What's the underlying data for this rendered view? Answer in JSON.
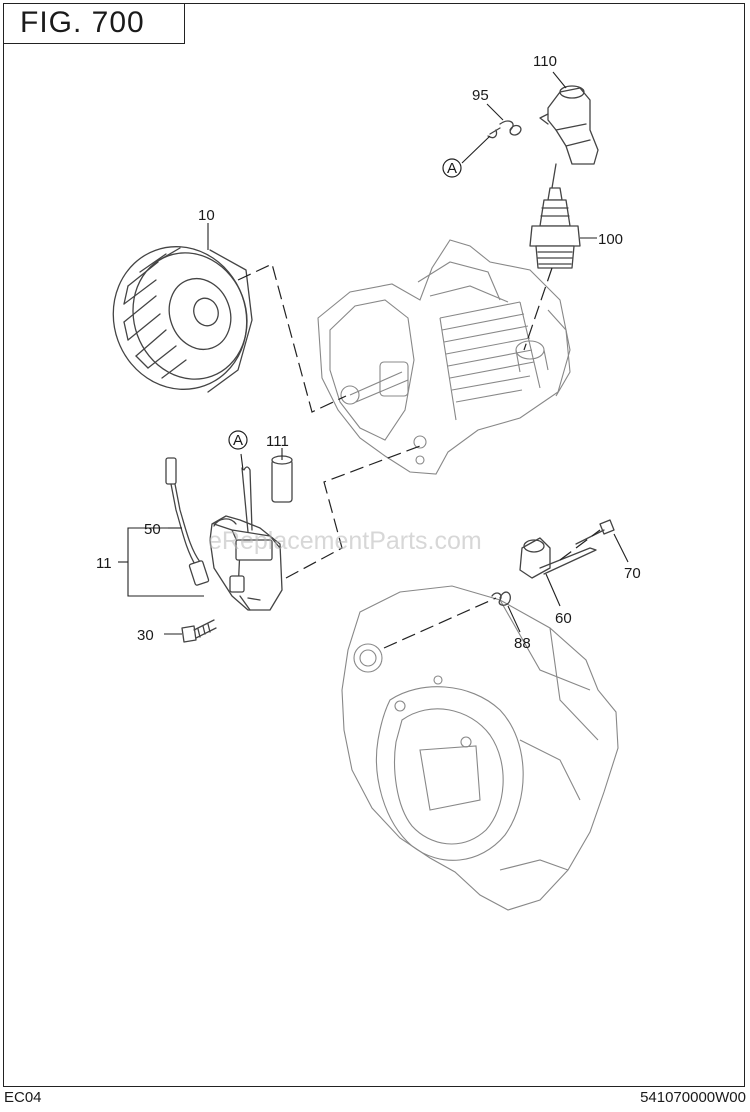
{
  "figure": {
    "title": "FIG. 700"
  },
  "callouts": {
    "c110": "110",
    "c95": "95",
    "cA_top": "A",
    "c100": "100",
    "c10": "10",
    "cA_coil": "A",
    "c111": "111",
    "c50": "50",
    "c11": "11",
    "c30": "30",
    "c70": "70",
    "c60": "60",
    "c88": "88"
  },
  "watermark": "eReplacementParts.com",
  "footer": {
    "left": "EC04",
    "right": "541070000W00"
  }
}
